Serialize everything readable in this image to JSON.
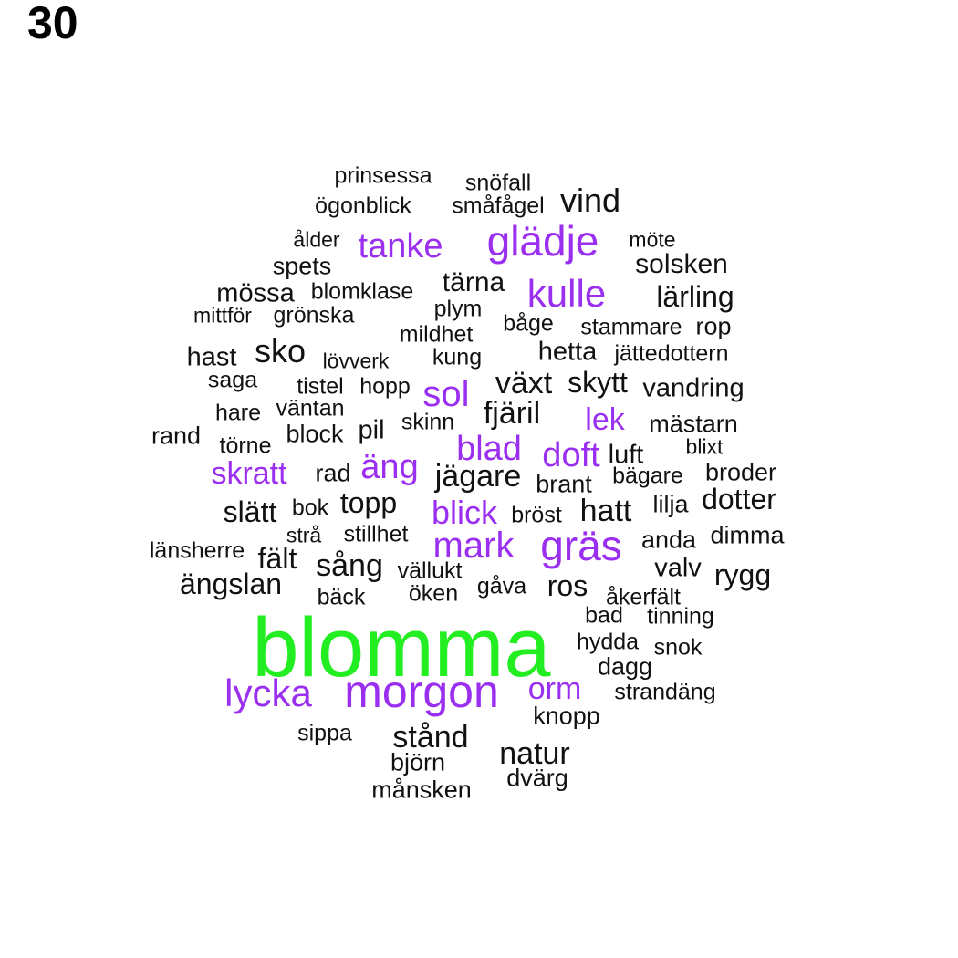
{
  "panel_label": "30",
  "colors": {
    "top": "#22ee22",
    "high": "#9b2ff0",
    "normal": "#111111"
  },
  "words": [
    {
      "text": "blomma",
      "tier": "top"
    },
    {
      "text": "morgon",
      "tier": "high"
    },
    {
      "text": "glädje",
      "tier": "high"
    },
    {
      "text": "gräs",
      "tier": "high"
    },
    {
      "text": "kulle",
      "tier": "high"
    },
    {
      "text": "lycka",
      "tier": "high"
    },
    {
      "text": "mark",
      "tier": "high"
    },
    {
      "text": "sol",
      "tier": "high"
    },
    {
      "text": "tanke",
      "tier": "high"
    },
    {
      "text": "blad",
      "tier": "high"
    },
    {
      "text": "doft",
      "tier": "high"
    },
    {
      "text": "äng",
      "tier": "high"
    },
    {
      "text": "skratt",
      "tier": "high"
    },
    {
      "text": "lek",
      "tier": "high"
    },
    {
      "text": "blick",
      "tier": "high"
    },
    {
      "text": "orm",
      "tier": "high"
    },
    {
      "text": "prinsessa",
      "tier": "normal"
    },
    {
      "text": "snöfall",
      "tier": "normal"
    },
    {
      "text": "ögonblick",
      "tier": "normal"
    },
    {
      "text": "småfågel",
      "tier": "normal"
    },
    {
      "text": "vind",
      "tier": "normal"
    },
    {
      "text": "ålder",
      "tier": "normal"
    },
    {
      "text": "möte",
      "tier": "normal"
    },
    {
      "text": "spets",
      "tier": "normal"
    },
    {
      "text": "solsken",
      "tier": "normal"
    },
    {
      "text": "tärna",
      "tier": "normal"
    },
    {
      "text": "mössa",
      "tier": "normal"
    },
    {
      "text": "blomklase",
      "tier": "normal"
    },
    {
      "text": "lärling",
      "tier": "normal"
    },
    {
      "text": "plym",
      "tier": "normal"
    },
    {
      "text": "mittför",
      "tier": "normal"
    },
    {
      "text": "grönska",
      "tier": "normal"
    },
    {
      "text": "båge",
      "tier": "normal"
    },
    {
      "text": "stammare",
      "tier": "normal"
    },
    {
      "text": "rop",
      "tier": "normal"
    },
    {
      "text": "mildhet",
      "tier": "normal"
    },
    {
      "text": "hast",
      "tier": "normal"
    },
    {
      "text": "sko",
      "tier": "normal"
    },
    {
      "text": "lövverk",
      "tier": "normal"
    },
    {
      "text": "kung",
      "tier": "normal"
    },
    {
      "text": "hetta",
      "tier": "normal"
    },
    {
      "text": "jättedottern",
      "tier": "normal"
    },
    {
      "text": "saga",
      "tier": "normal"
    },
    {
      "text": "tistel",
      "tier": "normal"
    },
    {
      "text": "hopp",
      "tier": "normal"
    },
    {
      "text": "växt",
      "tier": "normal"
    },
    {
      "text": "skytt",
      "tier": "normal"
    },
    {
      "text": "vandring",
      "tier": "normal"
    },
    {
      "text": "hare",
      "tier": "normal"
    },
    {
      "text": "väntan",
      "tier": "normal"
    },
    {
      "text": "fjäril",
      "tier": "normal"
    },
    {
      "text": "mästarn",
      "tier": "normal"
    },
    {
      "text": "rand",
      "tier": "normal"
    },
    {
      "text": "block",
      "tier": "normal"
    },
    {
      "text": "pil",
      "tier": "normal"
    },
    {
      "text": "skinn",
      "tier": "normal"
    },
    {
      "text": "törne",
      "tier": "normal"
    },
    {
      "text": "blixt",
      "tier": "normal"
    },
    {
      "text": "luft",
      "tier": "normal"
    },
    {
      "text": "rad",
      "tier": "normal"
    },
    {
      "text": "jägare",
      "tier": "normal"
    },
    {
      "text": "brant",
      "tier": "normal"
    },
    {
      "text": "bägare",
      "tier": "normal"
    },
    {
      "text": "broder",
      "tier": "normal"
    },
    {
      "text": "slätt",
      "tier": "normal"
    },
    {
      "text": "bok",
      "tier": "normal"
    },
    {
      "text": "topp",
      "tier": "normal"
    },
    {
      "text": "bröst",
      "tier": "normal"
    },
    {
      "text": "hatt",
      "tier": "normal"
    },
    {
      "text": "lilja",
      "tier": "normal"
    },
    {
      "text": "dotter",
      "tier": "normal"
    },
    {
      "text": "strå",
      "tier": "normal"
    },
    {
      "text": "stillhet",
      "tier": "normal"
    },
    {
      "text": "anda",
      "tier": "normal"
    },
    {
      "text": "dimma",
      "tier": "normal"
    },
    {
      "text": "länsherre",
      "tier": "normal"
    },
    {
      "text": "fält",
      "tier": "normal"
    },
    {
      "text": "sång",
      "tier": "normal"
    },
    {
      "text": "vällukt",
      "tier": "normal"
    },
    {
      "text": "valv",
      "tier": "normal"
    },
    {
      "text": "rygg",
      "tier": "normal"
    },
    {
      "text": "ängslan",
      "tier": "normal"
    },
    {
      "text": "gåva",
      "tier": "normal"
    },
    {
      "text": "ros",
      "tier": "normal"
    },
    {
      "text": "bäck",
      "tier": "normal"
    },
    {
      "text": "öken",
      "tier": "normal"
    },
    {
      "text": "åkerfält",
      "tier": "normal"
    },
    {
      "text": "bad",
      "tier": "normal"
    },
    {
      "text": "tinning",
      "tier": "normal"
    },
    {
      "text": "hydda",
      "tier": "normal"
    },
    {
      "text": "snok",
      "tier": "normal"
    },
    {
      "text": "dagg",
      "tier": "normal"
    },
    {
      "text": "strandäng",
      "tier": "normal"
    },
    {
      "text": "knopp",
      "tier": "normal"
    },
    {
      "text": "sippa",
      "tier": "normal"
    },
    {
      "text": "stånd",
      "tier": "normal"
    },
    {
      "text": "natur",
      "tier": "normal"
    },
    {
      "text": "björn",
      "tier": "normal"
    },
    {
      "text": "dvärg",
      "tier": "normal"
    },
    {
      "text": "månsken",
      "tier": "normal"
    }
  ]
}
